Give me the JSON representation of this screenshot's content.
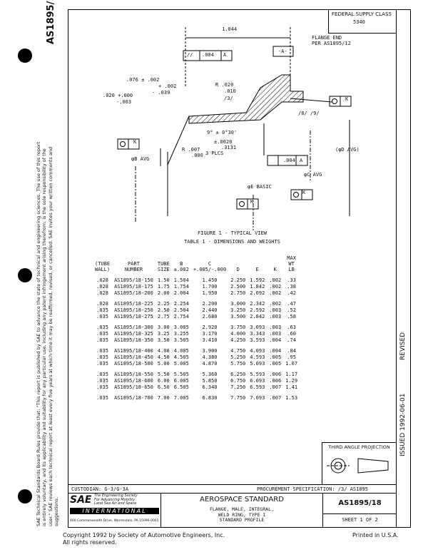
{
  "doc": {
    "number": "AS1895/18",
    "federal_supply_class_label": "FEDERAL SUPPLY CLASS",
    "federal_supply_class": "5340",
    "issued": "ISSUED 1992-06-01",
    "revised": "REVISED",
    "sidebar_notice": "SAE Technical Standards Board Rules provide that: \"This report is published by SAE to advance the state of technical and engineering sciences. The use of this report is entirely voluntary, and its applicability and suitability for any particular use, including any patent infringement arising therefrom, is the sole responsibility of the user.\" SAE reviews each technical report at least every five years at which time it may be reaffirmed, revised, or cancelled. SAE invites your written comments and suggestions."
  },
  "drawing": {
    "dim_1044": "1.044",
    "flange_note_1": "FLANGE END",
    "flange_note_2": "PER AS1895/12",
    "fcf_top_sym": "//",
    "fcf_top_tol": ".004",
    "fcf_top_ref": "A",
    "datum_a": "-A-",
    "dim_076": ".076 ± .002",
    "dim_076_b": "+ .002",
    "dim_039": "- .039",
    "dim_020": ".020 +.000",
    "dim_020_b": "-.003",
    "r_020": "R .020",
    "r_010": ".010",
    "r_ref": "/3/",
    "b9_label": "/8/ /9/",
    "angle": "9° ± 0°30'",
    "dim_0020": "±.0020",
    "dim_3131": ".3131",
    "r_007": "R .007",
    "r_000": ".000",
    "plcs": "3 PLCS",
    "phi_b": "φB AVG",
    "phi_d": "(φD AVG)",
    "fcf_mid_tol": ".004",
    "fcf_mid_ref": "A",
    "phi_c": "φC AVG",
    "phi_e": "φE BASIC",
    "fcf_k": "K"
  },
  "figure_caption": "FIGURE 1 - TYPICAL VIEW",
  "table_caption": "TABLE 1 - DIMENSIONS AND WEIGHTS",
  "table": {
    "headers": [
      "(TUBE\nWALL)",
      "PART\nNUMBER",
      "TUBE\nSIZE",
      "B\n±.002",
      "C\n+.005/-.000",
      "D",
      "E",
      "K",
      "MAX\nWT\nLB"
    ],
    "groups": [
      [
        [
          ".028",
          "AS1895/18-150",
          "1.50",
          "1.504",
          "1.450",
          "2.250",
          "1.592",
          ".002",
          ".33"
        ],
        [
          ".028",
          "AS1895/18-175",
          "1.75",
          "1.754",
          "1.700",
          "2.500",
          "1.842",
          ".002",
          ".38"
        ],
        [
          ".028",
          "AS1895/18-200",
          "2.00",
          "2.004",
          "1.950",
          "2.750",
          "2.092",
          ".002",
          ".42"
        ]
      ],
      [
        [
          ".028",
          "AS1895/18-225",
          "2.25",
          "2.254",
          "2.200",
          "3.000",
          "2.342",
          ".002",
          ".47"
        ],
        [
          ".035",
          "AS1895/18-250",
          "2.50",
          "2.504",
          "2.440",
          "3.250",
          "2.592",
          ".003",
          ".52"
        ],
        [
          ".035",
          "AS1895/18-275",
          "2.75",
          "2.754",
          "2.680",
          "3.500",
          "2.842",
          ".003",
          ".58"
        ]
      ],
      [
        [
          ".035",
          "AS1895/18-300",
          "3.00",
          "3.005",
          "2.920",
          "3.750",
          "3.093",
          ".003",
          ".63"
        ],
        [
          ".035",
          "AS1895/18-325",
          "3.25",
          "3.255",
          "3.170",
          "4.000",
          "3.343",
          ".003",
          ".60"
        ],
        [
          ".035",
          "AS1895/18-350",
          "3.50",
          "3.505",
          "3.410",
          "4.250",
          "3.593",
          ".004",
          ".74"
        ]
      ],
      [
        [
          ".035",
          "AS1895/18-400",
          "4.00",
          "4.005",
          "3.900",
          "4.750",
          "4.093",
          ".004",
          ".84"
        ],
        [
          ".035",
          "AS1895/18-450",
          "4.50",
          "4.505",
          "4.380",
          "5.250",
          "4.593",
          ".005",
          ".95"
        ],
        [
          ".035",
          "AS1895/18-500",
          "5.00",
          "5.005",
          "4.870",
          "5.750",
          "5.093",
          ".005",
          "1.07"
        ]
      ],
      [
        [
          ".035",
          "AS1895/18-550",
          "5.50",
          "5.505",
          "5.360",
          "6.250",
          "5.593",
          ".006",
          "1.17"
        ],
        [
          ".035",
          "AS1895/18-600",
          "6.00",
          "6.005",
          "5.850",
          "6.750",
          "6.093",
          ".006",
          "1.29"
        ],
        [
          ".035",
          "AS1895/18-650",
          "6.50",
          "6.505",
          "6.340",
          "7.250",
          "6.593",
          ".007",
          "1.41"
        ]
      ],
      [
        [
          ".035",
          "AS1895/18-700",
          "7.00",
          "7.005",
          "6.830",
          "7.750",
          "7.093",
          ".007",
          "1.53"
        ]
      ]
    ]
  },
  "third_angle": "THIRD ANGLE PROJECTION",
  "title_block": {
    "custodian": "CUSTODIAN:  G-3/G-3A",
    "procurement": "PROCUREMENT SPECIFICATION:  /3/  AS1895",
    "sae_logo": "SAE",
    "sae_tag_1": "The Engineering Society",
    "sae_tag_2": "For Advancing Mobility",
    "sae_tag_3": "Land Sea Air and Space",
    "international": "INTERNATIONAL",
    "address": "400 Commonwealth Drive, Warrendale, PA 15096-0001",
    "aerospace_standard": "AEROSPACE STANDARD",
    "title_1": "FLANGE, MALE, INTEGRAL,",
    "title_2": "WELD RING, TYPE I",
    "title_3": "STANDARD PROFILE",
    "as_number": "AS1895/18",
    "sheet": "SHEET 1 OF 2"
  },
  "footer": {
    "copyright": "Copyright 1992 by Society of Automotive Engineers, Inc.",
    "rights": "All rights reserved.",
    "printed": "Printed in U.S.A."
  }
}
